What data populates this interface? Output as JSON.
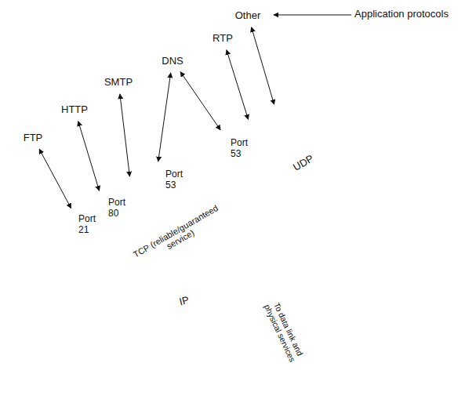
{
  "diagram": {
    "nodes": [
      {
        "text": [
          "FTP"
        ]
      },
      {
        "text": [
          "HTTP"
        ]
      },
      {
        "text": [
          "SMTP"
        ]
      },
      {
        "text": [
          "DNS"
        ]
      },
      {
        "text": [
          "RTP"
        ]
      },
      {
        "text": [
          "Other"
        ]
      },
      {
        "text": [
          "TCP (reliable/guaranteed service)"
        ]
      },
      {
        "text": [
          "UDP"
        ]
      },
      {
        "text": [
          "IP"
        ]
      },
      {
        "text": [
          "To data link and physical services"
        ]
      }
    ],
    "edges": [
      {
        "from": 0,
        "to": 6,
        "arrow": "both"
      },
      {
        "from": 1,
        "to": 6,
        "arrow": "both"
      },
      {
        "from": 2,
        "to": 6,
        "arrow": "both"
      },
      {
        "from": 3,
        "to": 6,
        "arrow": "both"
      },
      {
        "from": 3,
        "to": 7,
        "arrow": "both"
      },
      {
        "from": 4,
        "to": 7,
        "arrow": "both"
      },
      {
        "from": 5,
        "to": 7,
        "arrow": "both"
      }
    ],
    "labels": [
      "Application protocols",
      "Port 21",
      "Port 80",
      "Port 53",
      "Port 53"
    ]
  }
}
